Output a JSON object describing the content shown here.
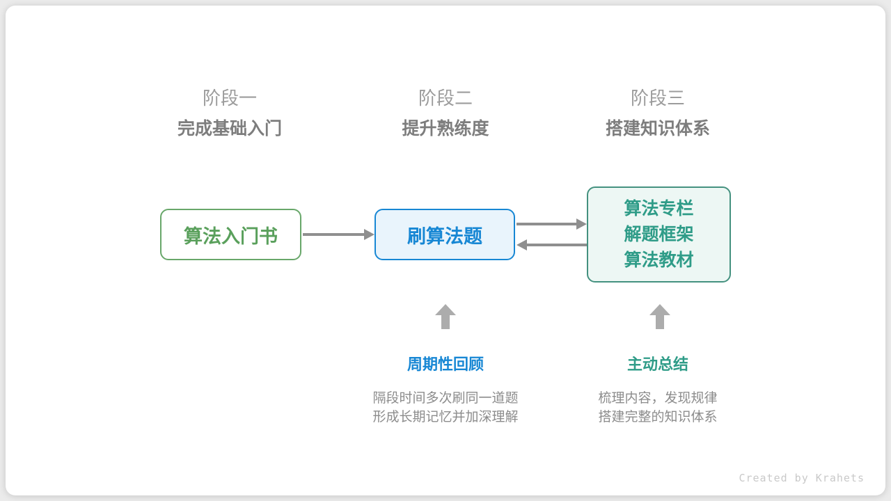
{
  "stages": [
    {
      "label": "阶段一",
      "subtitle": "完成基础入门"
    },
    {
      "label": "阶段二",
      "subtitle": "提升熟练度"
    },
    {
      "label": "阶段三",
      "subtitle": "搭建知识体系"
    }
  ],
  "nodes": [
    {
      "label": "算法入门书",
      "text_color": "#5aa05c",
      "border_color": "#68a76a",
      "background": "#ffffff"
    },
    {
      "label": "刷算法题",
      "text_color": "#1787d4",
      "border_color": "#1787d4",
      "background": "#e9f4fc"
    },
    {
      "lines": [
        "算法专栏",
        "解题框架",
        "算法教材"
      ],
      "text_color": "#2f9c88",
      "border_color": "#44917f",
      "background": "#edf7f4"
    }
  ],
  "annotations": [
    {
      "title": "周期性回顾",
      "title_color": "#1787d4",
      "lines": [
        "隔段时间多次刷同一道题",
        "形成长期记忆并加深理解"
      ]
    },
    {
      "title": "主动总结",
      "title_color": "#2f9c88",
      "lines": [
        "梳理内容，发现规律",
        "搭建完整的知识体系"
      ]
    }
  ],
  "footer": {
    "credit": "Created by Krahets"
  },
  "colors": {
    "page_background": "#ebebeb",
    "card_background": "#ffffff",
    "connector_arrow": "#8f8f8f",
    "up_arrow": "#acacac",
    "stage_label": "#9c9c9c",
    "stage_subtitle": "#7d7d7d",
    "description_text": "#8c8c8c",
    "credit_text": "#c9c9c9"
  }
}
